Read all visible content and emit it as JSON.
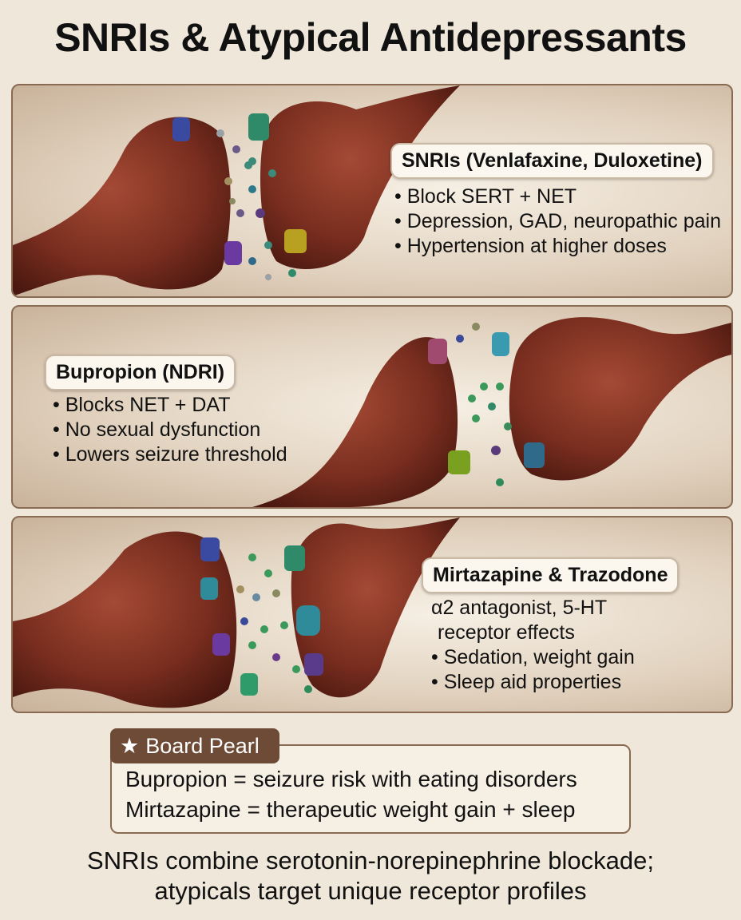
{
  "title": "SNRIs & Atypical Antidepressants",
  "colors": {
    "accent": "#6e4b36",
    "neuron": "#7a2e1f",
    "panel_border": "#8a6a52"
  },
  "panels": [
    {
      "heading": "SNRIs (Venlafaxine, Duloxetine)",
      "bullets": [
        "Block SERT + NET",
        "Depression, GAD, neuropathic pain",
        "Hypertension at higher doses"
      ]
    },
    {
      "heading": "Bupropion (NDRI)",
      "bullets": [
        "Blocks NET + DAT",
        "No sexual dysfunction",
        "Lowers seizure threshold"
      ]
    },
    {
      "heading": "Mirtazapine & Trazodone",
      "line1": "α2 antagonist, 5-HT",
      "line2": "receptor effects",
      "bullets": [
        "Sedation, weight gain",
        "Sleep aid properties"
      ]
    }
  ],
  "pearl": {
    "icon": "star-icon",
    "label": "Board Pearl",
    "lines": [
      "Bupropion = seizure risk with eating disorders",
      "Mirtazapine = therapeutic weight gain + sleep"
    ]
  },
  "footer": [
    "SNRIs combine serotonin-norepinephrine blockade;",
    "atypicals target unique receptor profiles"
  ]
}
